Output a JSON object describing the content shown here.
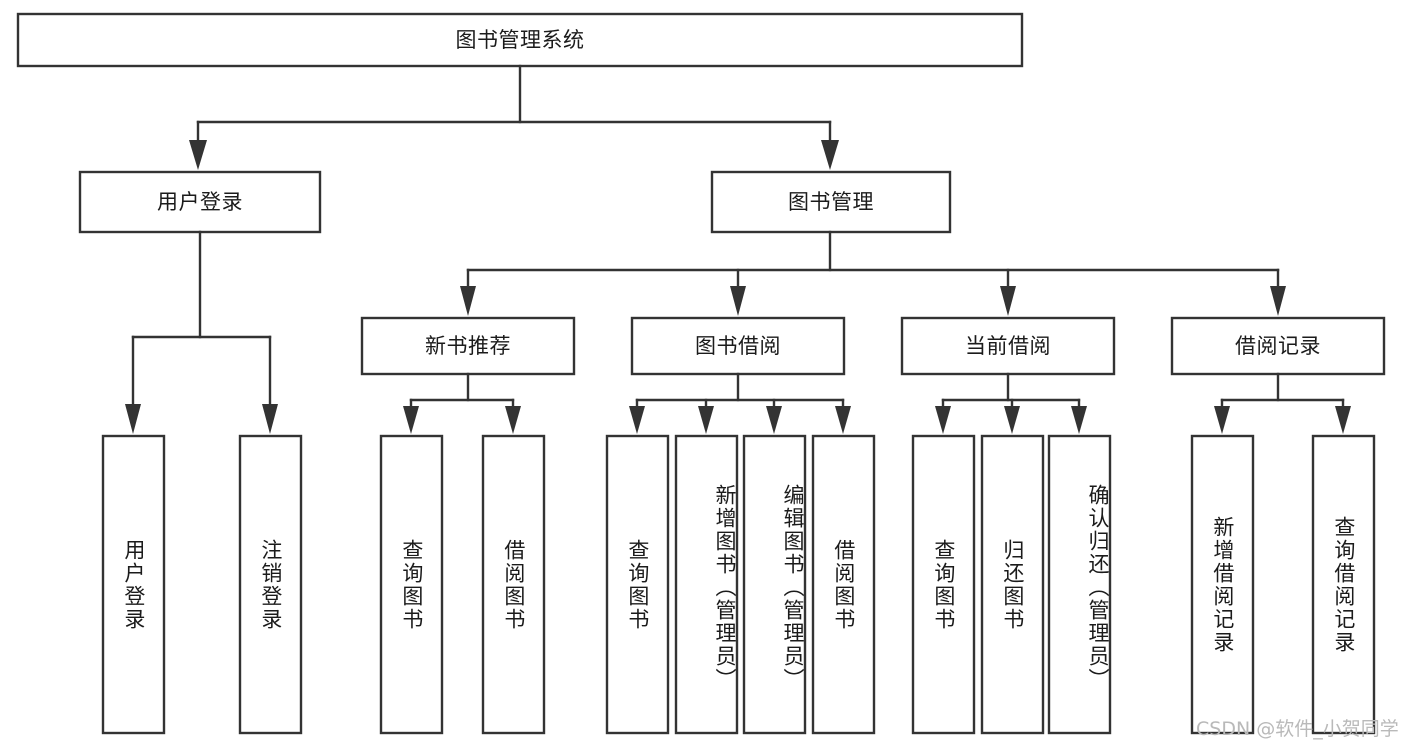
{
  "diagram": {
    "type": "tree-hierarchy",
    "title": "图书管理系统",
    "orientation": "top-down",
    "root": {
      "label": "图书管理系统",
      "level": 0
    },
    "level1": [
      {
        "id": "user-login",
        "label": "用户登录"
      },
      {
        "id": "book-manage",
        "label": "图书管理"
      }
    ],
    "level2": [
      {
        "id": "new-book-recommend",
        "label": "新书推荐",
        "parent": "book-manage"
      },
      {
        "id": "book-borrow",
        "label": "图书借阅",
        "parent": "book-manage"
      },
      {
        "id": "current-borrow",
        "label": "当前借阅",
        "parent": "book-manage"
      },
      {
        "id": "borrow-record",
        "label": "借阅记录",
        "parent": "book-manage"
      }
    ],
    "leaves": [
      {
        "id": "leaf-user-login",
        "label": "用户登录",
        "parent": "user-login",
        "align": "middle"
      },
      {
        "id": "leaf-logout",
        "label": "注销登录",
        "parent": "user-login",
        "align": "middle"
      },
      {
        "id": "leaf-query-book-1",
        "label": "查询图书",
        "parent": "new-book-recommend",
        "align": "middle"
      },
      {
        "id": "leaf-borrow-book-1",
        "label": "借阅图书",
        "parent": "new-book-recommend",
        "align": "middle"
      },
      {
        "id": "leaf-query-book-2",
        "label": "查询图书",
        "parent": "book-borrow",
        "align": "middle"
      },
      {
        "id": "leaf-add-book",
        "label": "新增图书（管理员）",
        "parent": "book-borrow",
        "align": "top"
      },
      {
        "id": "leaf-edit-book",
        "label": "编辑图书（管理员）",
        "parent": "book-borrow",
        "align": "top"
      },
      {
        "id": "leaf-borrow-book-2",
        "label": "借阅图书",
        "parent": "book-borrow",
        "align": "middle"
      },
      {
        "id": "leaf-query-book-3",
        "label": "查询图书",
        "parent": "current-borrow",
        "align": "middle"
      },
      {
        "id": "leaf-return-book",
        "label": "归还图书",
        "parent": "current-borrow",
        "align": "middle"
      },
      {
        "id": "leaf-confirm-return",
        "label": "确认归还（管理员）",
        "parent": "current-borrow",
        "align": "top"
      },
      {
        "id": "leaf-add-record",
        "label": "新增借阅记录",
        "parent": "borrow-record",
        "align": "middle"
      },
      {
        "id": "leaf-query-record",
        "label": "查询借阅记录",
        "parent": "borrow-record",
        "align": "middle"
      }
    ]
  },
  "watermark": {
    "text": "CSDN @软件_小贺同学"
  },
  "colors": {
    "stroke": "#333333",
    "box_fill": "#ffffff",
    "text": "#1b1b1b",
    "watermark": "#b9b9b9",
    "background": "#ffffff"
  }
}
